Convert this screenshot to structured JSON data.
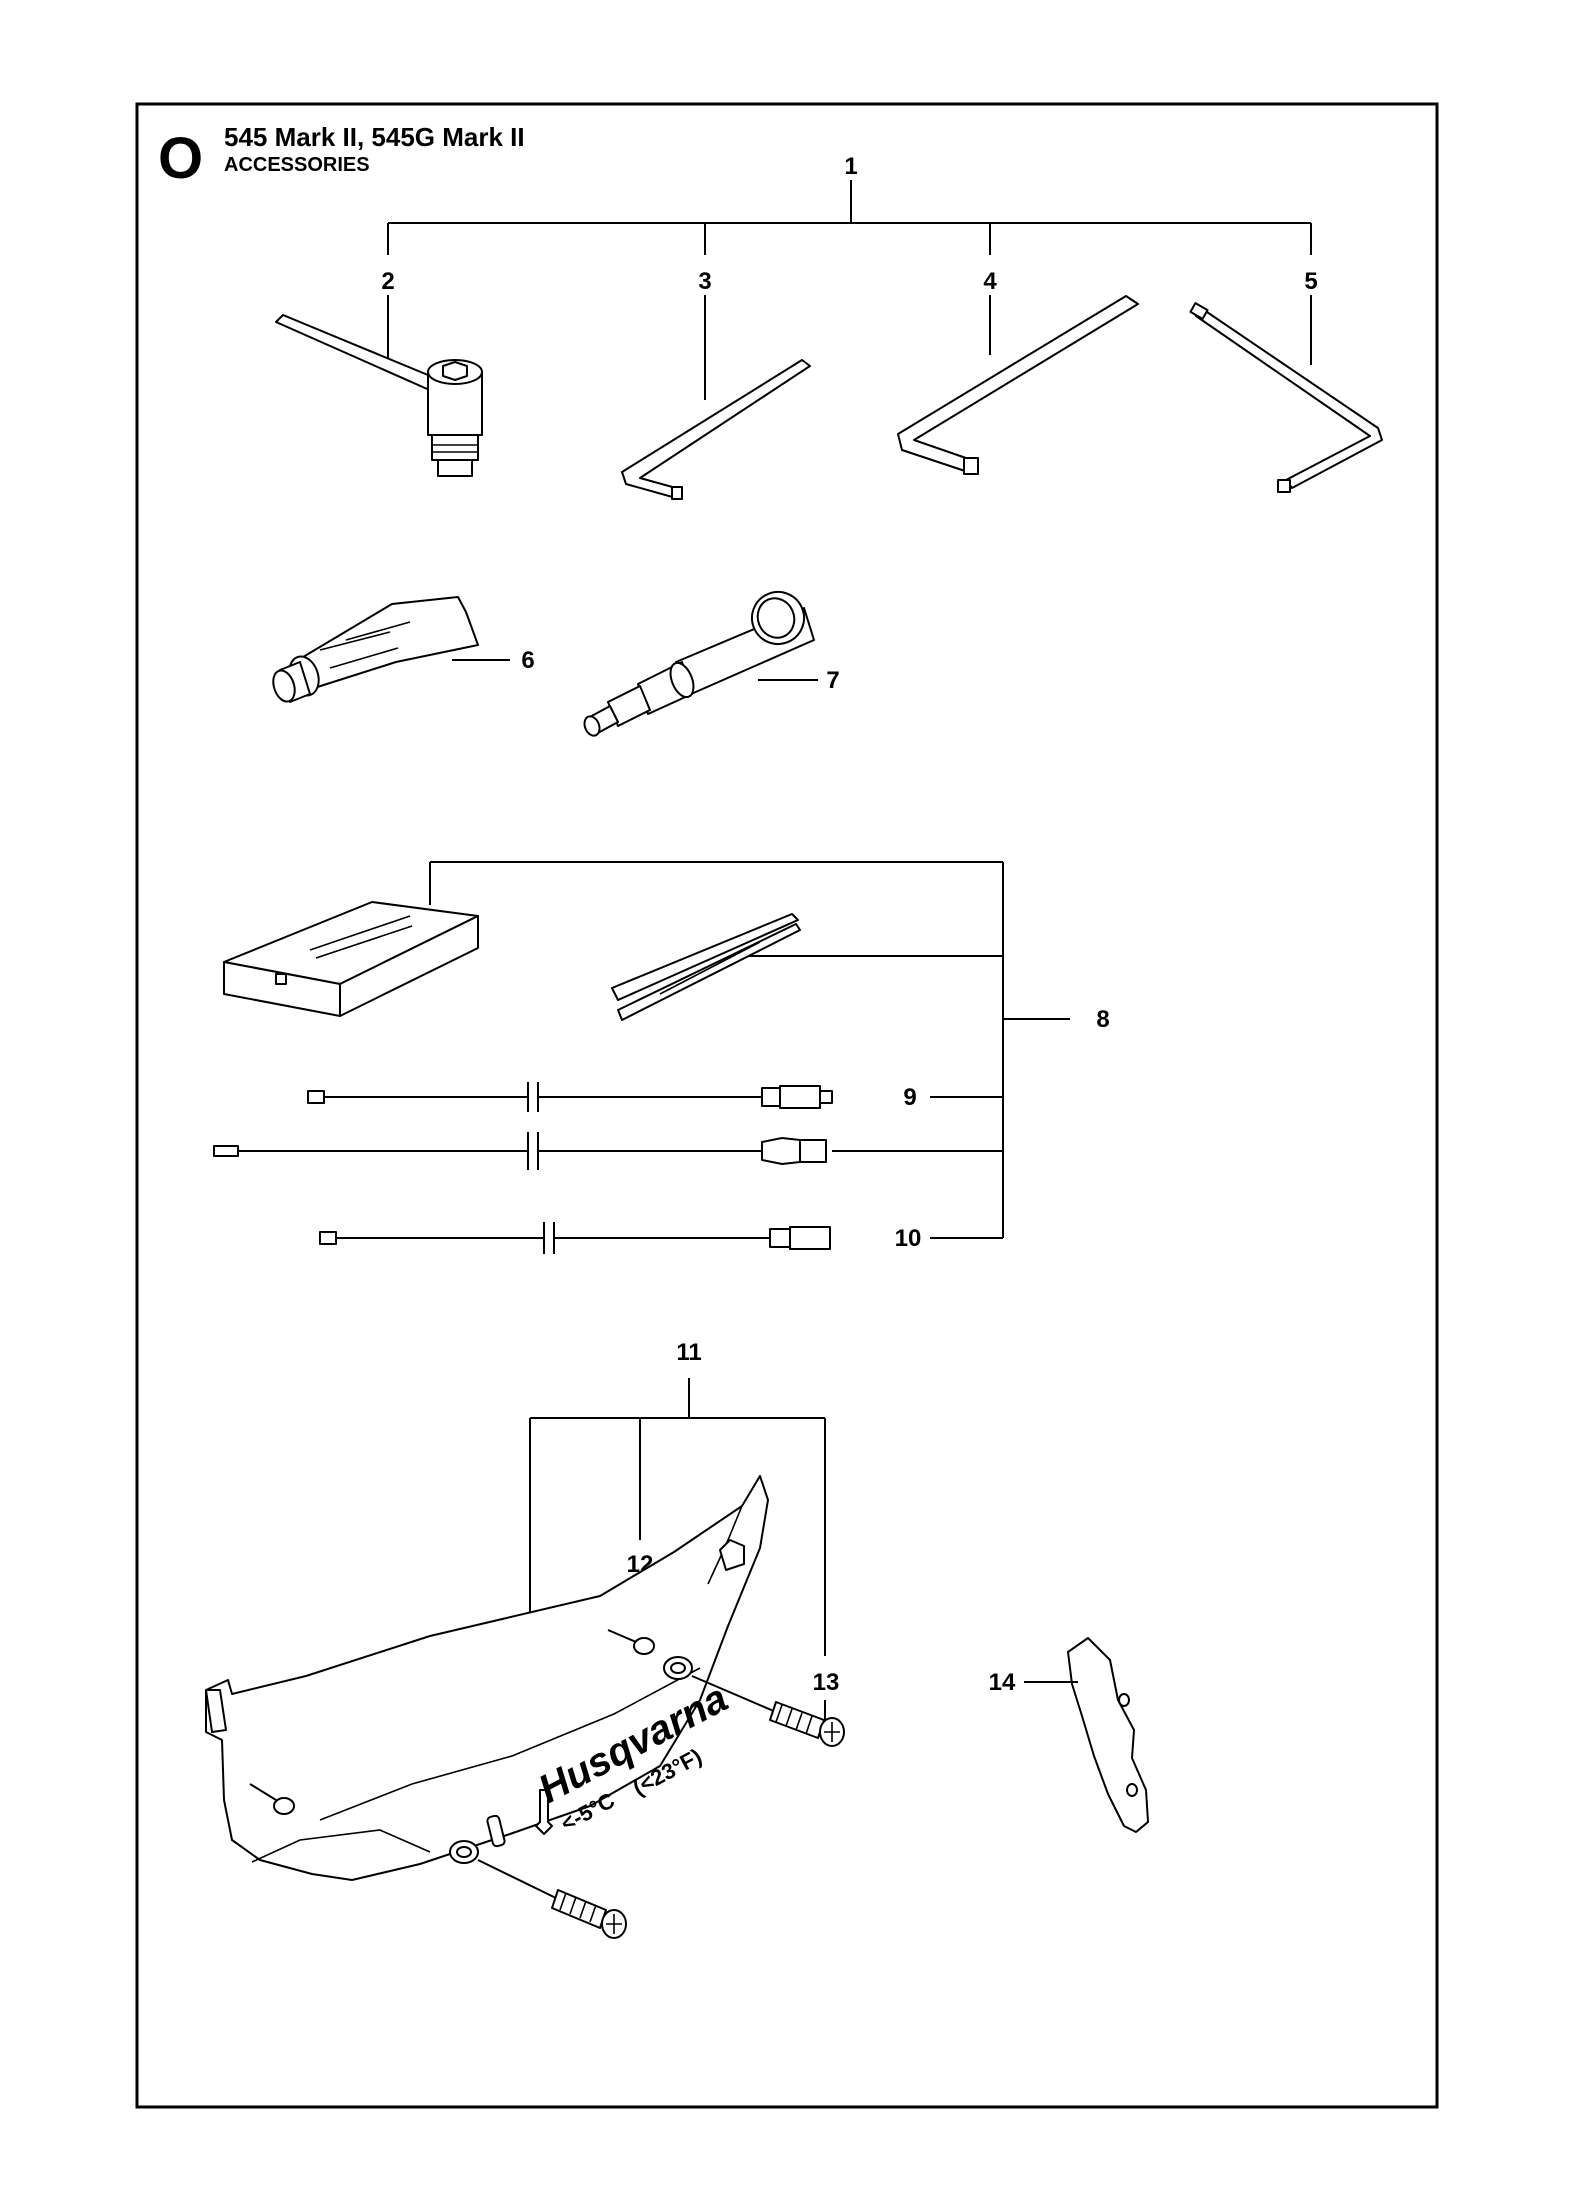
{
  "header": {
    "section_letter": "O",
    "title": "545 Mark II, 545G Mark II",
    "subtitle": "ACCESSORIES"
  },
  "callouts": {
    "c1": "1",
    "c2": "2",
    "c3": "3",
    "c4": "4",
    "c5": "5",
    "c6": "6",
    "c7": "7",
    "c8": "8",
    "c9": "9",
    "c10": "10",
    "c11": "11",
    "c12": "12",
    "c13": "13",
    "c14": "14"
  },
  "guard_markings": {
    "brand": "Husqvarna",
    "temp_celsius": "<-5°C",
    "temp_fahrenheit": "(<23°F)"
  }
}
